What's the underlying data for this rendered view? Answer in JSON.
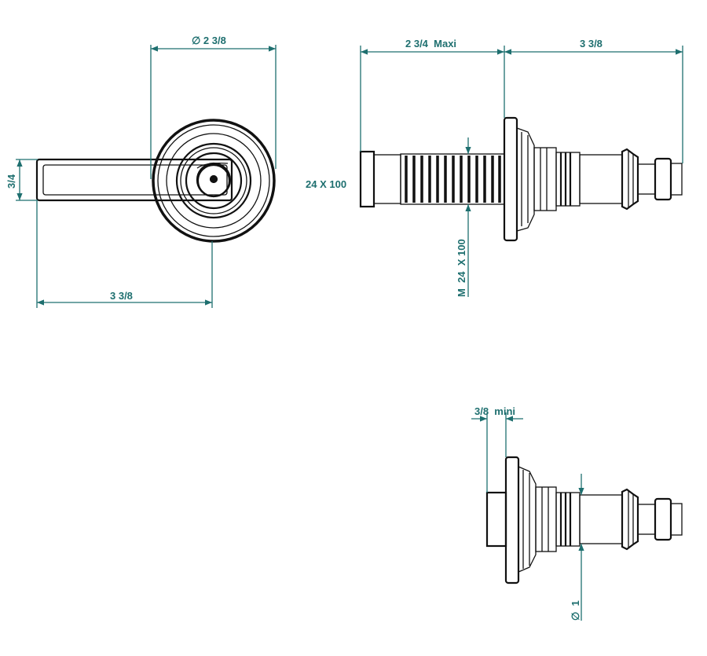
{
  "colors": {
    "dimension": "#1e6f6f",
    "part": "#111111",
    "background": "#ffffff"
  },
  "dimensions": {
    "top_view": {
      "diameter_label": "∅ 2 3/8",
      "height_label": "3/4",
      "lever_length_label": "3 3/8"
    },
    "side_view": {
      "max_length_label": "2 3/4  Maxi",
      "stem_length_label": "3 3/8",
      "thread_label": "24 X 100",
      "nut_thread_label": "M  24  X 100"
    },
    "min_view": {
      "min_label": "3/8  mini",
      "diameter_label": "∅  1"
    }
  }
}
